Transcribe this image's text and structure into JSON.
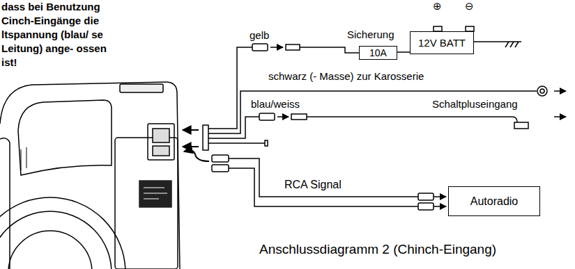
{
  "diagram": {
    "caption": "Anschlussdiagramm 2 (Chinch-Eingang)",
    "nodes": [
      {
        "text": [
          "Sicherung",
          "10A"
        ]
      },
      {
        "text": [
          "12V BATT"
        ]
      },
      {
        "text": [
          "Autoradio"
        ]
      }
    ],
    "edges": [
      {
        "from": 0,
        "to": 1,
        "arrow": "none"
      }
    ],
    "labels": [
      "dass bei Benutzung Cinch-Eingänge die ltspannung (blau/ se Leitung) ange- ossen ist!",
      "⊕",
      "⊖",
      "gelb",
      "schwarz (- Masse) zur Karosserie",
      "blau/weiss",
      "Schaltpluseingang",
      "RCA Signal"
    ]
  }
}
